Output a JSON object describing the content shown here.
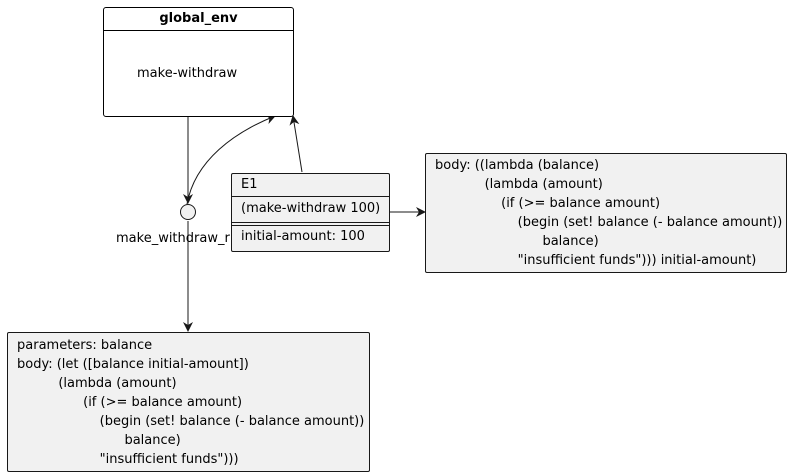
{
  "global_env": {
    "title": "global_env",
    "binding": "make-withdraw"
  },
  "procedure_node": {
    "label": "make_withdraw_r"
  },
  "env_e1": {
    "title": "E1",
    "call": "(make-withdraw 100)",
    "binding": "initial-amount: 100"
  },
  "right_note": {
    "lines": [
      "body: ((lambda (balance)",
      "            (lambda (amount)",
      "                (if (>= balance amount)",
      "                    (begin (set! balance (- balance amount))",
      "                          balance)",
      "                    \"insufficient funds\"))) initial-amount)"
    ]
  },
  "bottom_note": {
    "lines": [
      "parameters: balance",
      "body: (let ([balance initial-amount])",
      "          (lambda (amount)",
      "                (if (>= balance amount)",
      "                    (begin (set! balance (- balance amount))",
      "                          balance)",
      "                    \"insufficient funds\")))"
    ]
  }
}
